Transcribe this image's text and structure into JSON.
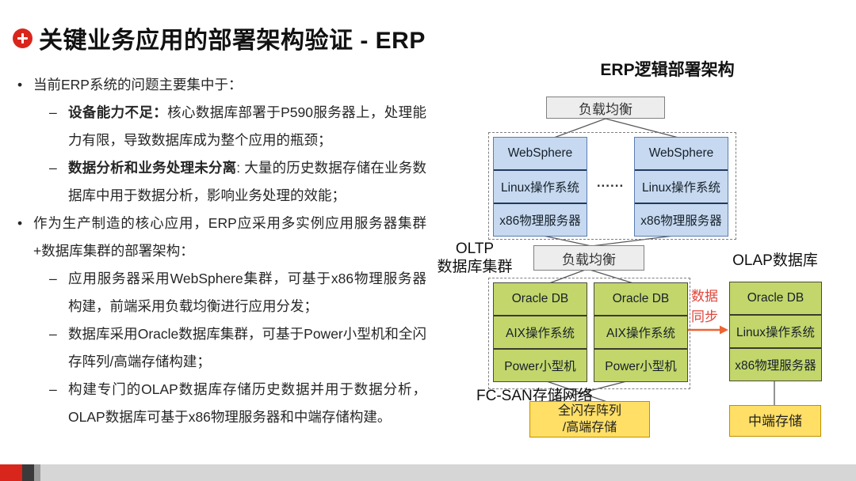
{
  "title": "关键业务应用的部署架构验证 - ERP",
  "content": {
    "items": [
      {
        "marker": "•",
        "bold": "",
        "text": "当前ERP系统的问题主要集中于："
      },
      {
        "marker": "–",
        "bold": "设备能力不足：",
        "text": "核心数据库部署于P590服务器上，处理能力有限，导致数据库成为整个应用的瓶颈；"
      },
      {
        "marker": "–",
        "bold": "数据分析和业务处理未分离",
        "text": ": 大量的历史数据存储在业务数据库中用于数据分析，影响业务处理的效能；"
      },
      {
        "marker": "•",
        "bold": "",
        "text": "作为生产制造的核心应用，ERP应采用多实例应用服务器集群+数据库集群的部署架构："
      },
      {
        "marker": "–",
        "bold": "",
        "text": "应用服务器采用WebSphere集群，可基于x86物理服务器构建，前端采用负载均衡进行应用分发；"
      },
      {
        "marker": "–",
        "bold": "",
        "text": "数据库采用Oracle数据库集群，可基于Power小型机和全闪存阵列/高端存储构建；"
      },
      {
        "marker": "–",
        "bold": "",
        "text": "构建专门的OLAP数据库存储历史数据并用于数据分析，OLAP数据库可基于x86物理服务器和中端存储构建。"
      }
    ]
  },
  "diagram": {
    "title": "ERP逻辑部署架构",
    "load_balancer_top": "负载均衡",
    "load_balancer_mid": "负载均衡",
    "ellipsis": "......",
    "oltp_label_line1": "OLTP",
    "oltp_label_line2": "数据库集群",
    "olap_label": "OLAP数据库",
    "app_cluster": {
      "stacks": [
        {
          "layers": [
            "WebSphere",
            "Linux操作系统",
            "x86物理服务器"
          ]
        },
        {
          "layers": [
            "WebSphere",
            "Linux操作系统",
            "x86物理服务器"
          ]
        }
      ]
    },
    "db_cluster": {
      "stacks": [
        {
          "layers": [
            "Oracle DB",
            "AIX操作系统",
            "Power小型机"
          ]
        },
        {
          "layers": [
            "Oracle DB",
            "AIX操作系统",
            "Power小型机"
          ]
        }
      ]
    },
    "olap_stack": {
      "layers": [
        "Oracle DB",
        "Linux操作系统",
        "x86物理服务器"
      ]
    },
    "sync_label_line1": "数据",
    "sync_label_line2": "同步",
    "fcsan_label": "FC-SAN存储网络",
    "storage_primary_line1": "全闪存阵列",
    "storage_primary_line2": "/高端存储",
    "storage_mid": "中端存储"
  },
  "colors": {
    "accent_red": "#d9261c",
    "app_stack_fill": "#c6d9f0",
    "db_stack_fill": "#c3d66b",
    "storage_fill": "#ffdf66",
    "sync_text_red": "#e0453a",
    "sync_arrow_orange": "#ee6433"
  }
}
